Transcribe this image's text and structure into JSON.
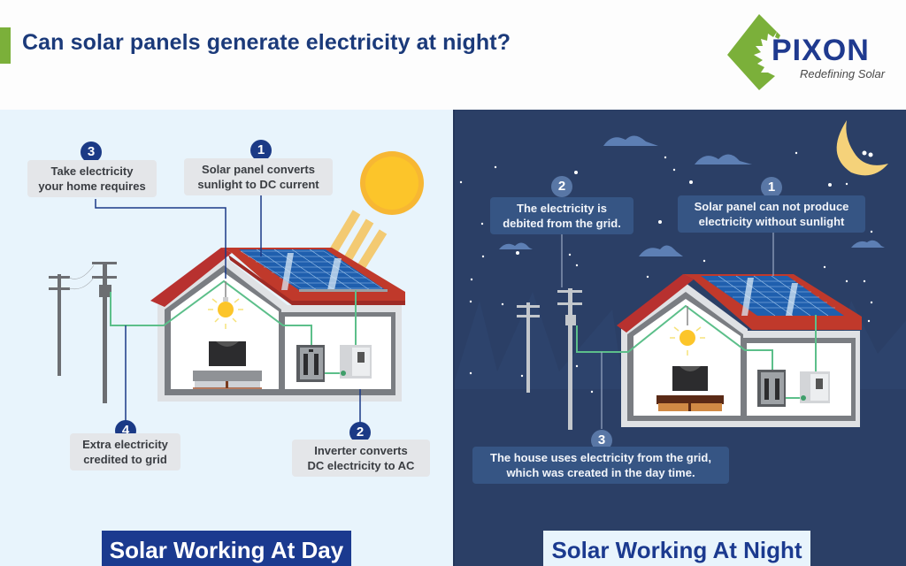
{
  "header": {
    "title": "Can solar panels generate electricity at night?",
    "accent_color": "#7bb03a",
    "title_color": "#1b3a7a"
  },
  "logo": {
    "name": "PIXON",
    "tagline": "Redefining Solar",
    "icon": "sun-diamond-logo-icon"
  },
  "day": {
    "background": "#e8f4fc",
    "banner": "Solar Working At Day",
    "callouts": [
      {
        "number": "1",
        "text_line1": "Solar panel converts",
        "text_line2": "sunlight to DC current"
      },
      {
        "number": "2",
        "text_line1": "Inverter converts",
        "text_line2": "DC electricity to AC"
      },
      {
        "number": "3",
        "text_line1": "Take electricity",
        "text_line2": "your home requires"
      },
      {
        "number": "4",
        "text_line1": "Extra electricity",
        "text_line2": "credited to grid"
      }
    ],
    "icons": [
      "sun-icon",
      "sun-rays-icon",
      "solar-panel-icon",
      "house-icon",
      "light-bulb-icon",
      "tv-icon",
      "breaker-panel-icon",
      "inverter-icon",
      "utility-pole-icon"
    ]
  },
  "night": {
    "background": "#2b3f66",
    "banner": "Solar Working At Night",
    "callouts": [
      {
        "number": "1",
        "text_line1": "Solar panel can not produce",
        "text_line2": "electricity without sunlight"
      },
      {
        "number": "2",
        "text_line1": "The electricity is",
        "text_line2": "debited from the grid."
      },
      {
        "number": "3",
        "text_line1": "The house uses electricity from the grid,",
        "text_line2": "which was created in the day time."
      }
    ],
    "icons": [
      "moon-icon",
      "cloud-icon",
      "star-icon",
      "solar-panel-icon",
      "house-icon",
      "light-bulb-icon",
      "tv-icon",
      "breaker-panel-icon",
      "inverter-icon",
      "utility-pole-icon"
    ]
  }
}
